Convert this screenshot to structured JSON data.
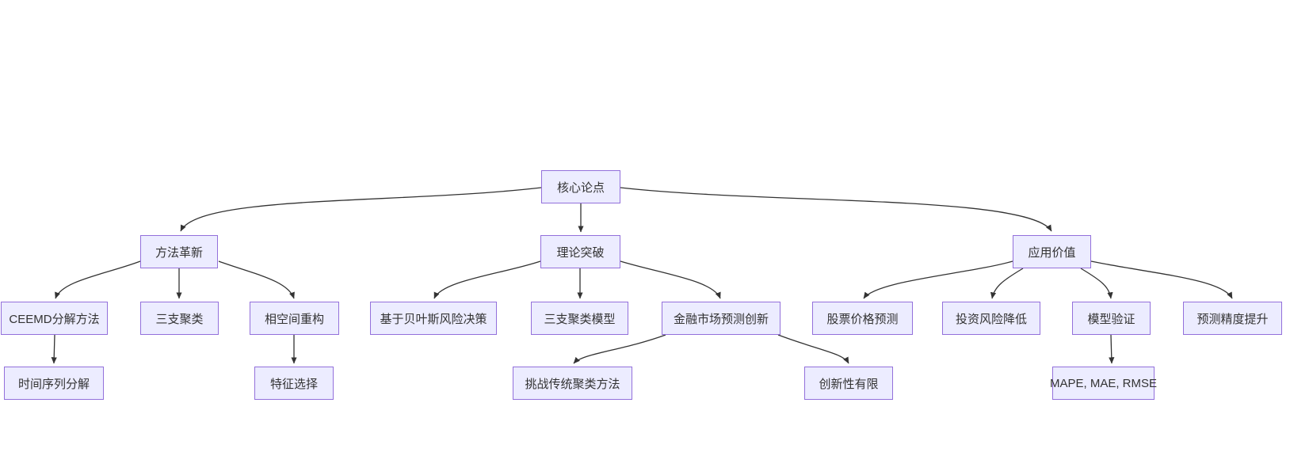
{
  "diagram": {
    "type": "flowchart",
    "orientation": "top-down",
    "colors": {
      "background": "#ffffff",
      "node_fill": "#ECECFF",
      "node_border": "#9370DB",
      "node_text": "#333333",
      "edge": "#333333"
    },
    "nodes": {
      "core": {
        "label": "核心论点"
      },
      "method": {
        "label": "方法革新"
      },
      "theory": {
        "label": "理论突破"
      },
      "application": {
        "label": "应用价值"
      },
      "ceemd": {
        "label": "CEEMD分解方法"
      },
      "three_way": {
        "label": "三支聚类"
      },
      "phase_space": {
        "label": "相空间重构"
      },
      "bayes": {
        "label": "基于贝叶斯风险决策"
      },
      "three_way_model": {
        "label": "三支聚类模型"
      },
      "finance_innovation": {
        "label": "金融市场预测创新"
      },
      "stock_prediction": {
        "label": "股票价格预测"
      },
      "risk_reduction": {
        "label": "投资风险降低"
      },
      "model_validation": {
        "label": "模型验证"
      },
      "accuracy_improvement": {
        "label": "预测精度提升"
      },
      "time_series": {
        "label": "时间序列分解"
      },
      "feature_selection": {
        "label": "特征选择"
      },
      "challenge_clustering": {
        "label": "挑战传统聚类方法"
      },
      "limited_innovation": {
        "label": "创新性有限"
      },
      "metrics": {
        "label": "MAPE, MAE, RMSE"
      }
    },
    "edges": [
      {
        "from": "core",
        "to": "method"
      },
      {
        "from": "core",
        "to": "theory"
      },
      {
        "from": "core",
        "to": "application"
      },
      {
        "from": "method",
        "to": "ceemd"
      },
      {
        "from": "method",
        "to": "three_way"
      },
      {
        "from": "method",
        "to": "phase_space"
      },
      {
        "from": "ceemd",
        "to": "time_series"
      },
      {
        "from": "phase_space",
        "to": "feature_selection"
      },
      {
        "from": "theory",
        "to": "bayes"
      },
      {
        "from": "theory",
        "to": "three_way_model"
      },
      {
        "from": "theory",
        "to": "finance_innovation"
      },
      {
        "from": "finance_innovation",
        "to": "challenge_clustering"
      },
      {
        "from": "finance_innovation",
        "to": "limited_innovation"
      },
      {
        "from": "application",
        "to": "stock_prediction"
      },
      {
        "from": "application",
        "to": "risk_reduction"
      },
      {
        "from": "application",
        "to": "model_validation"
      },
      {
        "from": "application",
        "to": "accuracy_improvement"
      },
      {
        "from": "model_validation",
        "to": "metrics"
      }
    ]
  }
}
